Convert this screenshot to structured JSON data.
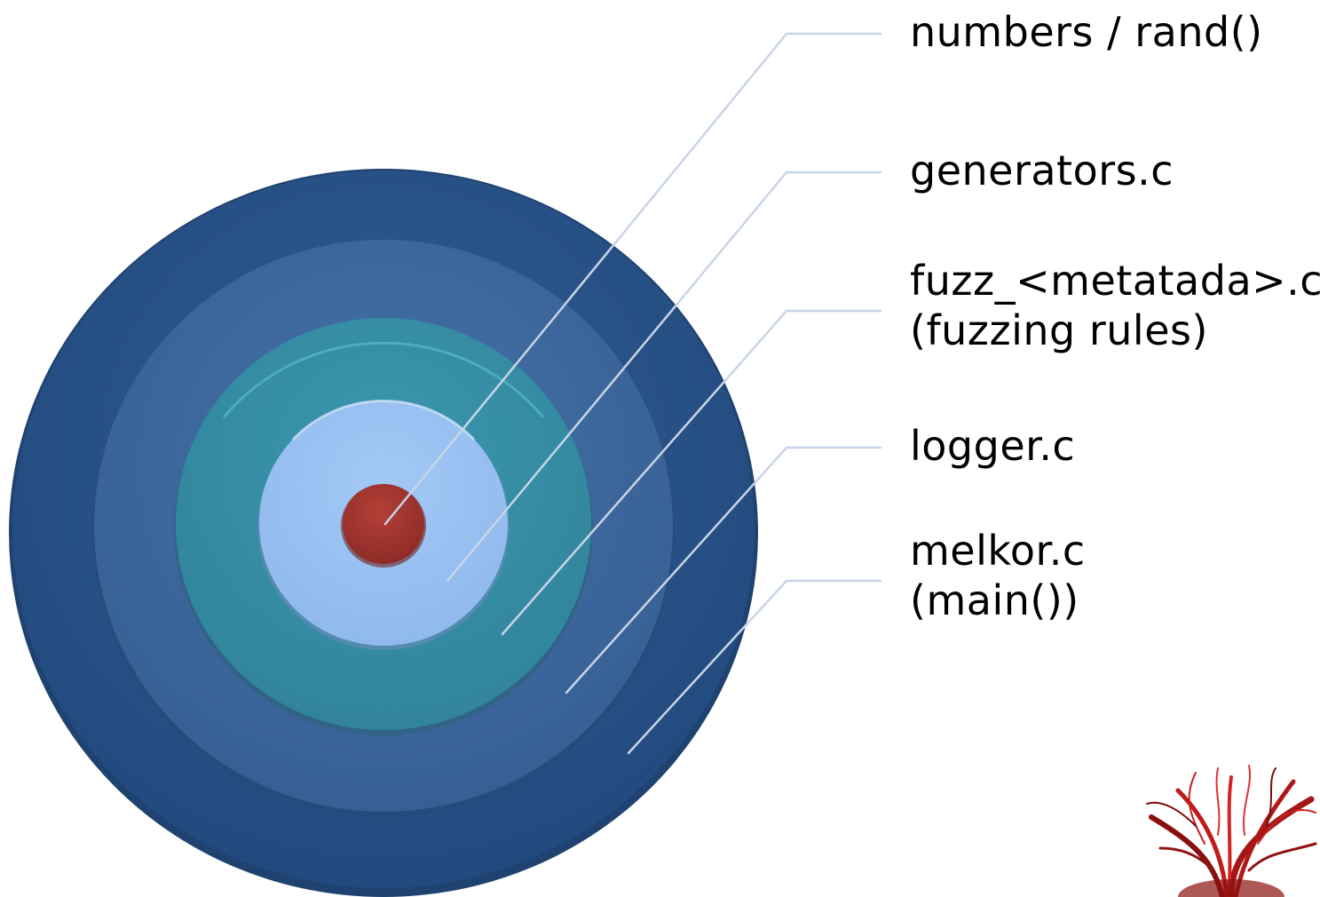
{
  "layers": [
    {
      "id": "numbers",
      "lines": [
        "numbers / rand()"
      ]
    },
    {
      "id": "generators",
      "lines": [
        "generators.c"
      ]
    },
    {
      "id": "fuzz",
      "lines": [
        "fuzz_<metatada>.c",
        "(fuzzing rules)"
      ]
    },
    {
      "id": "logger",
      "lines": [
        "logger.c"
      ]
    },
    {
      "id": "melkor",
      "lines": [
        "melkor.c",
        "(main())"
      ]
    }
  ],
  "colors": {
    "ring_outer": "#285086",
    "ring_second": "#3d6a9f",
    "ring_third": "#3890a8",
    "ring_fourth": "#9cc3f2",
    "core": "#a5342f",
    "leader_line": "#c8d4e6"
  }
}
